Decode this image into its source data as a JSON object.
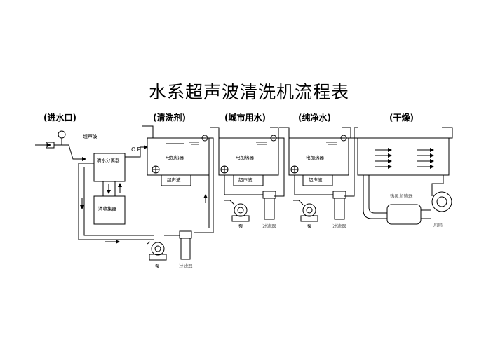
{
  "title": "水系超声波清洗机流程表",
  "sections": {
    "inlet": "(进水口)",
    "cleaning": "(清洗剂)",
    "city_water": "(城市用水)",
    "pure_water": "(纯净水)",
    "drying": "(干燥)"
  },
  "labels": {
    "ultrasonic": "超声波",
    "op": "O.P",
    "water_divider": "清水分离器",
    "oil_separator": "清收集器",
    "heater": "电加热器",
    "ultrasonic_unit": "超声波",
    "pump": "泵",
    "filter": "过滤器",
    "hot_air_heater": "热风加热器",
    "fan": "风扇"
  }
}
